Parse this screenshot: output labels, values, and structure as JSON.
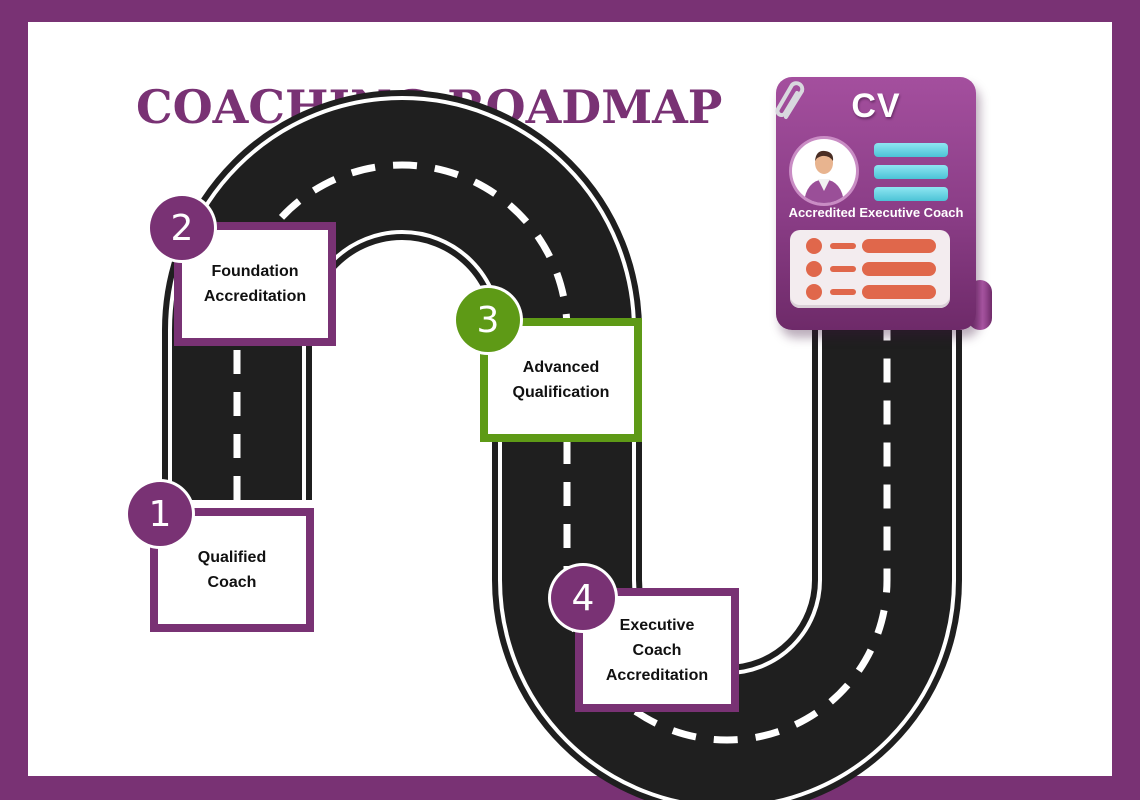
{
  "title": "COACHING ROADMAP",
  "colors": {
    "frame": "#793274",
    "primary": "#793274",
    "accent_green": "#5e9a16",
    "road": "#1f1f1f",
    "cv_line": "#4cc3d6",
    "cv_list": "#e0674b"
  },
  "steps": [
    {
      "number": "1",
      "label": "Qualified\nCoach",
      "color": "#793274"
    },
    {
      "number": "2",
      "label": "Foundation\nAccreditation",
      "color": "#793274"
    },
    {
      "number": "3",
      "label": "Advanced\nQualification",
      "color": "#5e9a16"
    },
    {
      "number": "4",
      "label": "Executive\nCoach\nAccreditation",
      "color": "#793274"
    }
  ],
  "cv": {
    "title": "CV",
    "subtitle": "Accredited Executive Coach",
    "icons": [
      "paperclip-icon",
      "person-avatar-icon"
    ]
  }
}
